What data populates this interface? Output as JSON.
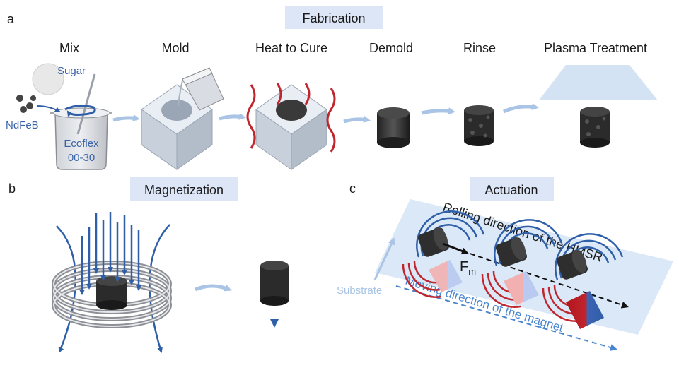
{
  "panels": {
    "a": {
      "letter": "a",
      "title": "Fabrication",
      "steps": [
        "Mix",
        "Mold",
        "Heat to Cure",
        "Demold",
        "Rinse",
        "Plasma Treatment"
      ],
      "labels": {
        "sugar": "Sugar",
        "ndfeb": "NdFeB",
        "ecoflex_line1": "Ecoflex",
        "ecoflex_line2": "00-30"
      }
    },
    "b": {
      "letter": "b",
      "title": "Magnetization"
    },
    "c": {
      "letter": "c",
      "title": "Actuation",
      "rolling_label": "Rolling direction of the HMSR",
      "moving_label": "Moving direction of the magnet",
      "substrate_label": "Substrate",
      "force_label": "F",
      "force_subscript": "m"
    }
  },
  "colors": {
    "title_box": "#dde6f6",
    "arrow_light": "#a9c4e4",
    "field_blue": "#2f5fa8",
    "field_red": "#c0262e",
    "plane": "#dbe8f7",
    "robot_dark": "#2a2a2a"
  }
}
